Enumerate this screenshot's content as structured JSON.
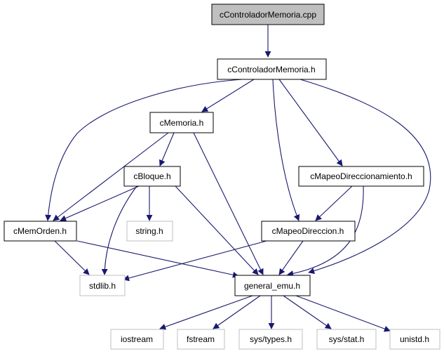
{
  "colors": {
    "edge": "#191970",
    "box_border_black": "#000000",
    "box_border_gray": "#bfbfbf",
    "root_fill": "#bfbfbf",
    "box_fill": "#ffffff",
    "text_black": "#000000",
    "text_gray": "#000000"
  },
  "nodes": {
    "root": "cControladorMemoria.cpp",
    "controlador_h": "cControladorMemoria.h",
    "memoria_h": "cMemoria.h",
    "bloque_h": "cBloque.h",
    "memorden_h": "cMemOrden.h",
    "string_h": "string.h",
    "mapeo_dir_h": "cMapeoDireccionamiento.h",
    "mapeo_direccion_h": "cMapeoDireccion.h",
    "stdlib_h": "stdlib.h",
    "general_emu_h": "general_emu.h",
    "iostream": "iostream",
    "fstream": "fstream",
    "sys_types_h": "sys/types.h",
    "sys_stat_h": "sys/stat.h",
    "unistd_h": "unistd.h"
  }
}
